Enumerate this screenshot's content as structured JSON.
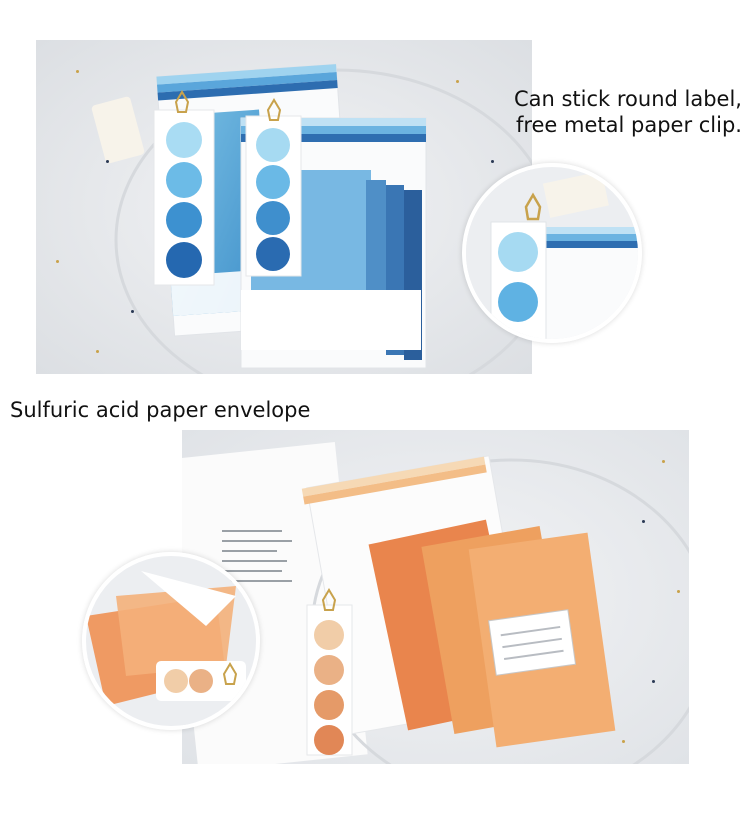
{
  "captions": {
    "top": [
      "Can stick round label,",
      "free metal paper clip."
    ],
    "bottom": "Sulfuric acid paper envelope"
  },
  "photos": {
    "top": {
      "description_colors": {
        "background": "#e9ebee",
        "accent": "#3f8fcb",
        "accent_dark": "#2b67a7",
        "gold": "#c8a24c"
      }
    },
    "bottom": {
      "description_colors": {
        "background": "#eceef0",
        "accent": "#e9854d",
        "accent_light": "#f3ae72",
        "gold": "#c8a24c"
      }
    }
  }
}
